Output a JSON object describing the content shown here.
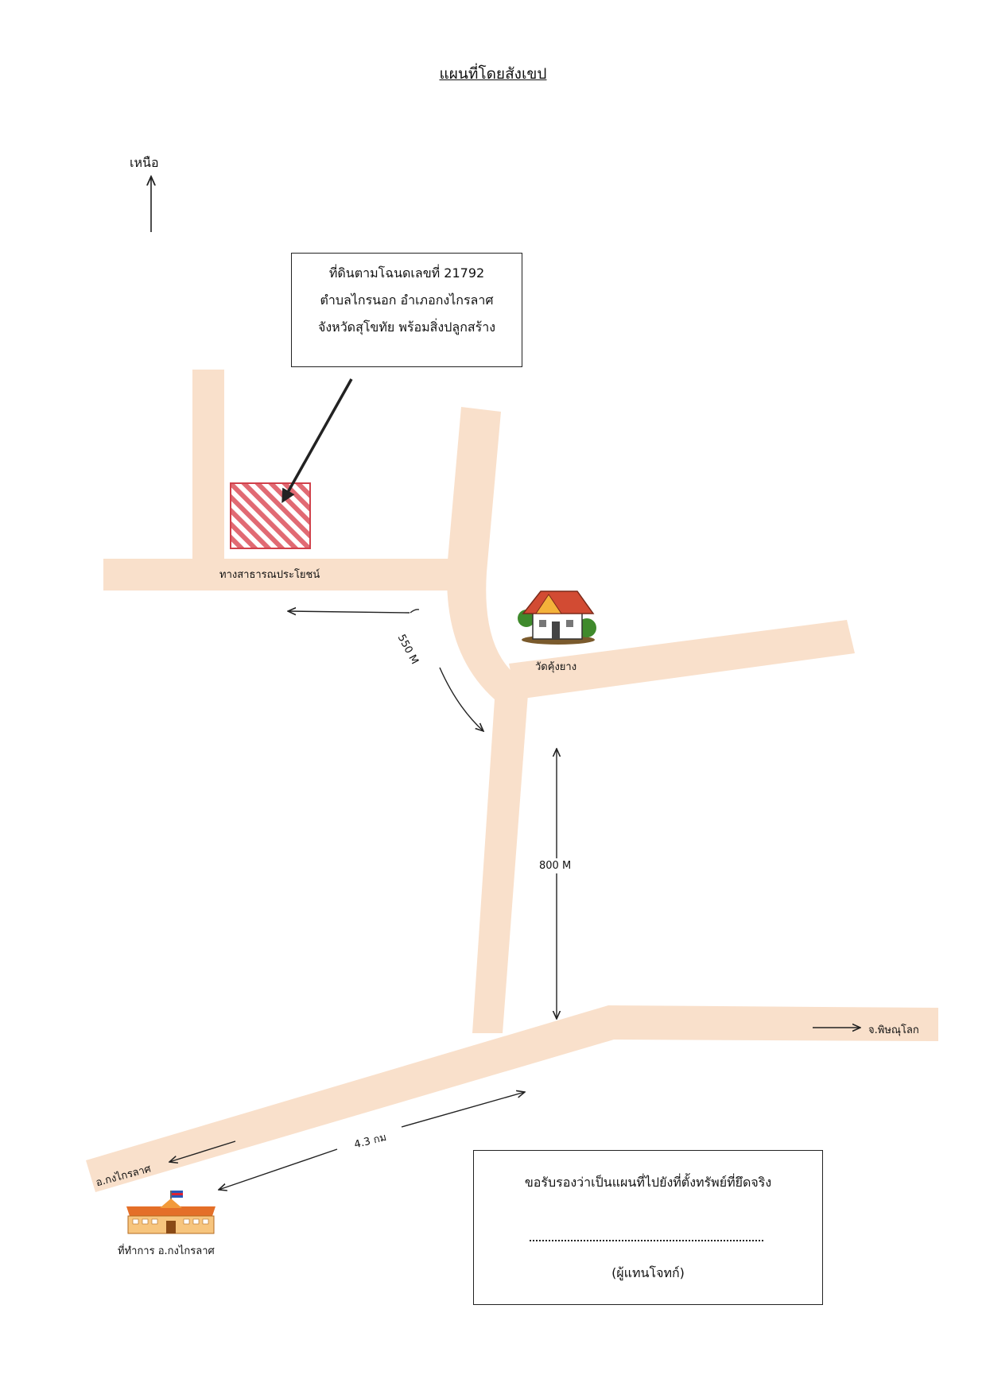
{
  "document": {
    "title": "แผนที่โดยสังเขป",
    "north_label": "เหนือ",
    "land_plot": {
      "line1": "ที่ดินตามโฉนดเลขที่ 21792",
      "line2": "ตำบลไกรนอก อำเภอกงไกรลาศ",
      "line3": "จังหวัดสุโขทัย พร้อมสิ่งปลูกสร้าง"
    },
    "labels": {
      "public_way": "ทางสาธารณประโยชน์",
      "temple": "วัดคุ้งยาง",
      "dist_550": "550 M",
      "dist_800": "800 M",
      "dist_43": "4.3 กม",
      "phitsanulok": "จ.พิษณุโลก",
      "kong_krailat": "อ.กงไกรลาศ",
      "district_office": "ที่ทำการ อ.กงไกรลาศ"
    },
    "certification": {
      "statement": "ขอรับรองว่าเป็นแผนที่ไปยังที่ตั้งทรัพย์ที่ยึดจริง",
      "role": "(ผู้แทนโจทก์)"
    }
  },
  "colors": {
    "road": "#f9e0cb",
    "plot_stroke": "#d0414b",
    "signature": "#1c2fa0"
  },
  "icons": [
    "north-arrow-icon",
    "temple-icon",
    "government-office-icon",
    "signature-mark"
  ]
}
